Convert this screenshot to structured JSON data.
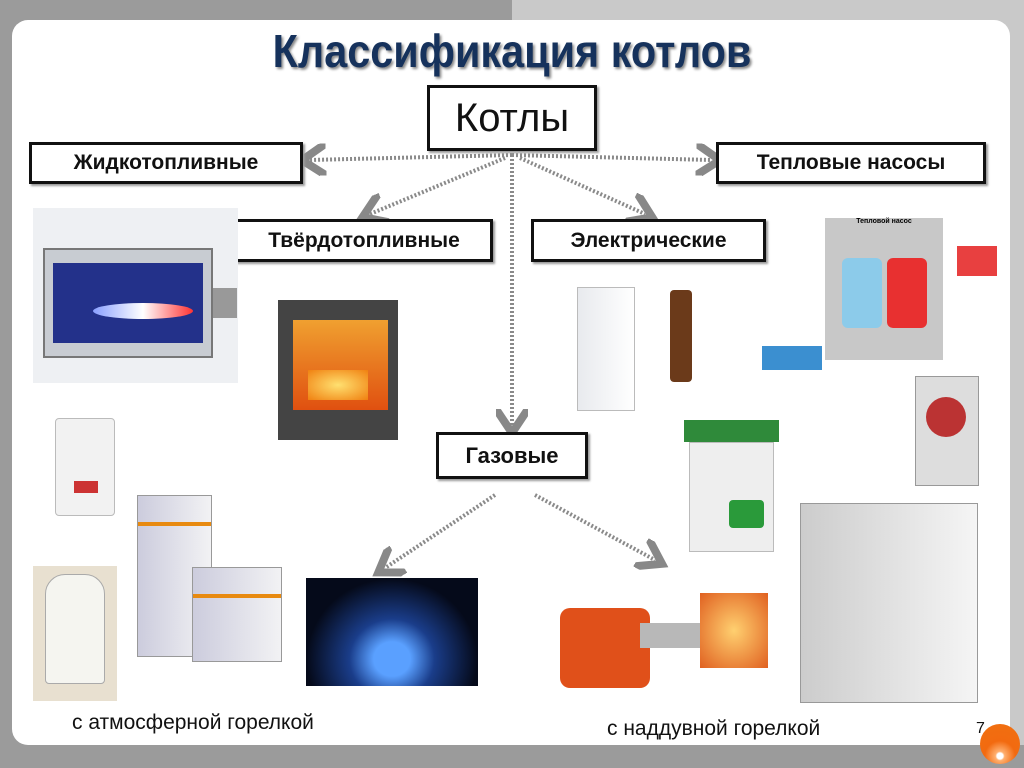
{
  "title": "Классификация котлов",
  "root": "Котлы",
  "categories": {
    "liquid": "Жидкотопливные",
    "heat_pumps": "Тепловые насосы",
    "solid": "Твёрдотопливные",
    "electric": "Электрические",
    "gas": "Газовые"
  },
  "captions": {
    "atmospheric": "с атмосферной горелкой",
    "forced": "с наддувной горелкой"
  },
  "page_number": "7",
  "heat_pump_diagram_title": "Тепловой насос"
}
